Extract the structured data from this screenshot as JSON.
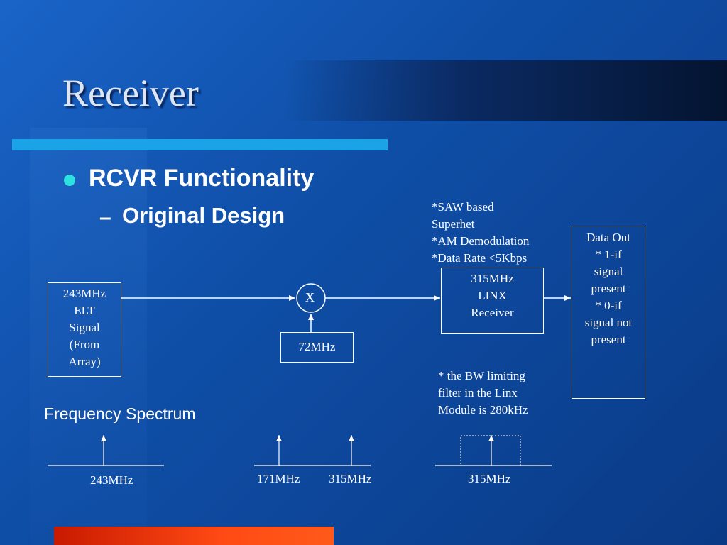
{
  "slide": {
    "title": "Receiver",
    "bullet": "RCVR Functionality",
    "sub_bullet_dash": "–",
    "sub_bullet": "Original Design"
  },
  "diagram": {
    "input_box": [
      "243MHz",
      "ELT",
      "Signal",
      "(From",
      "Array)"
    ],
    "mixer_label": "X",
    "lo_box": "72MHz",
    "receiver_box": [
      "315MHz",
      "LINX",
      "Receiver"
    ],
    "receiver_note": [
      "*SAW based",
      "Superhet",
      "*AM Demodulation",
      "*Data Rate <5Kbps"
    ],
    "output_box": [
      "Data Out",
      "* 1-if",
      "signal",
      "present",
      "* 0-if",
      "signal not",
      "present"
    ],
    "bw_note": [
      "* the BW limiting",
      "filter in the Linx",
      "Module is 280kHz"
    ]
  },
  "spectrum": {
    "title": "Frequency Spectrum",
    "plot1_label": "243MHz",
    "plot2_labels": [
      "171MHz",
      "315MHz"
    ],
    "plot3_label": "315MHz"
  },
  "colors": {
    "accent_bar": "#1aa3e6",
    "bullet_dot": "#2ee0e0",
    "bottom_bar": "#ff4a14"
  }
}
